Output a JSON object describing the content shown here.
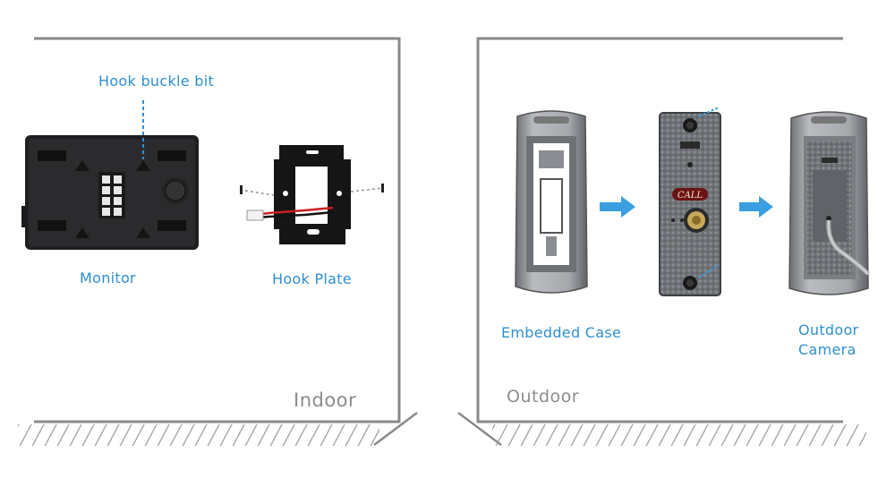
{
  "indoor": {
    "room_label": "Indoor",
    "hook_buckle_label": "Hook buckle bit",
    "monitor_label": "Monitor",
    "hook_plate_label": "Hook Plate"
  },
  "outdoor": {
    "room_label": "Outdoor",
    "embedded_case_label": "Embedded Case",
    "outdoor_camera_label_line1": "Outdoor",
    "outdoor_camera_label_line2": "Camera",
    "call_button_text": "CALL"
  },
  "colors": {
    "label_blue": "#2f8fce",
    "arrow_blue": "#3a9ee0",
    "wall_gray": "#8a8a8a",
    "room_label_gray": "#8c8c8c"
  },
  "icons": [
    "monitor-icon",
    "hook-plate-icon",
    "embedded-case-icon",
    "doorbell-panel-icon",
    "outdoor-camera-icon",
    "arrow-right-icon",
    "screw-icon"
  ]
}
